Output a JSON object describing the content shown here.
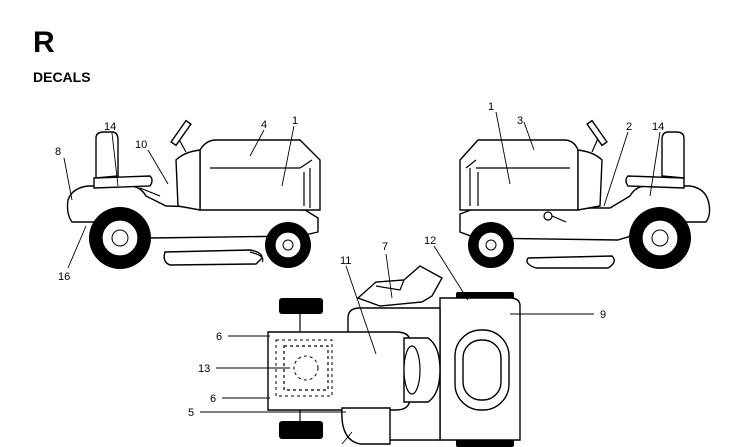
{
  "page": {
    "letter": "R",
    "title": "DECALS"
  },
  "callouts": {
    "left_view": [
      "14",
      "8",
      "10",
      "4",
      "1",
      "16"
    ],
    "right_view": [
      "1",
      "3",
      "2",
      "14"
    ],
    "top_view": [
      "7",
      "11",
      "12",
      "9",
      "6",
      "13",
      "6",
      "5"
    ]
  }
}
